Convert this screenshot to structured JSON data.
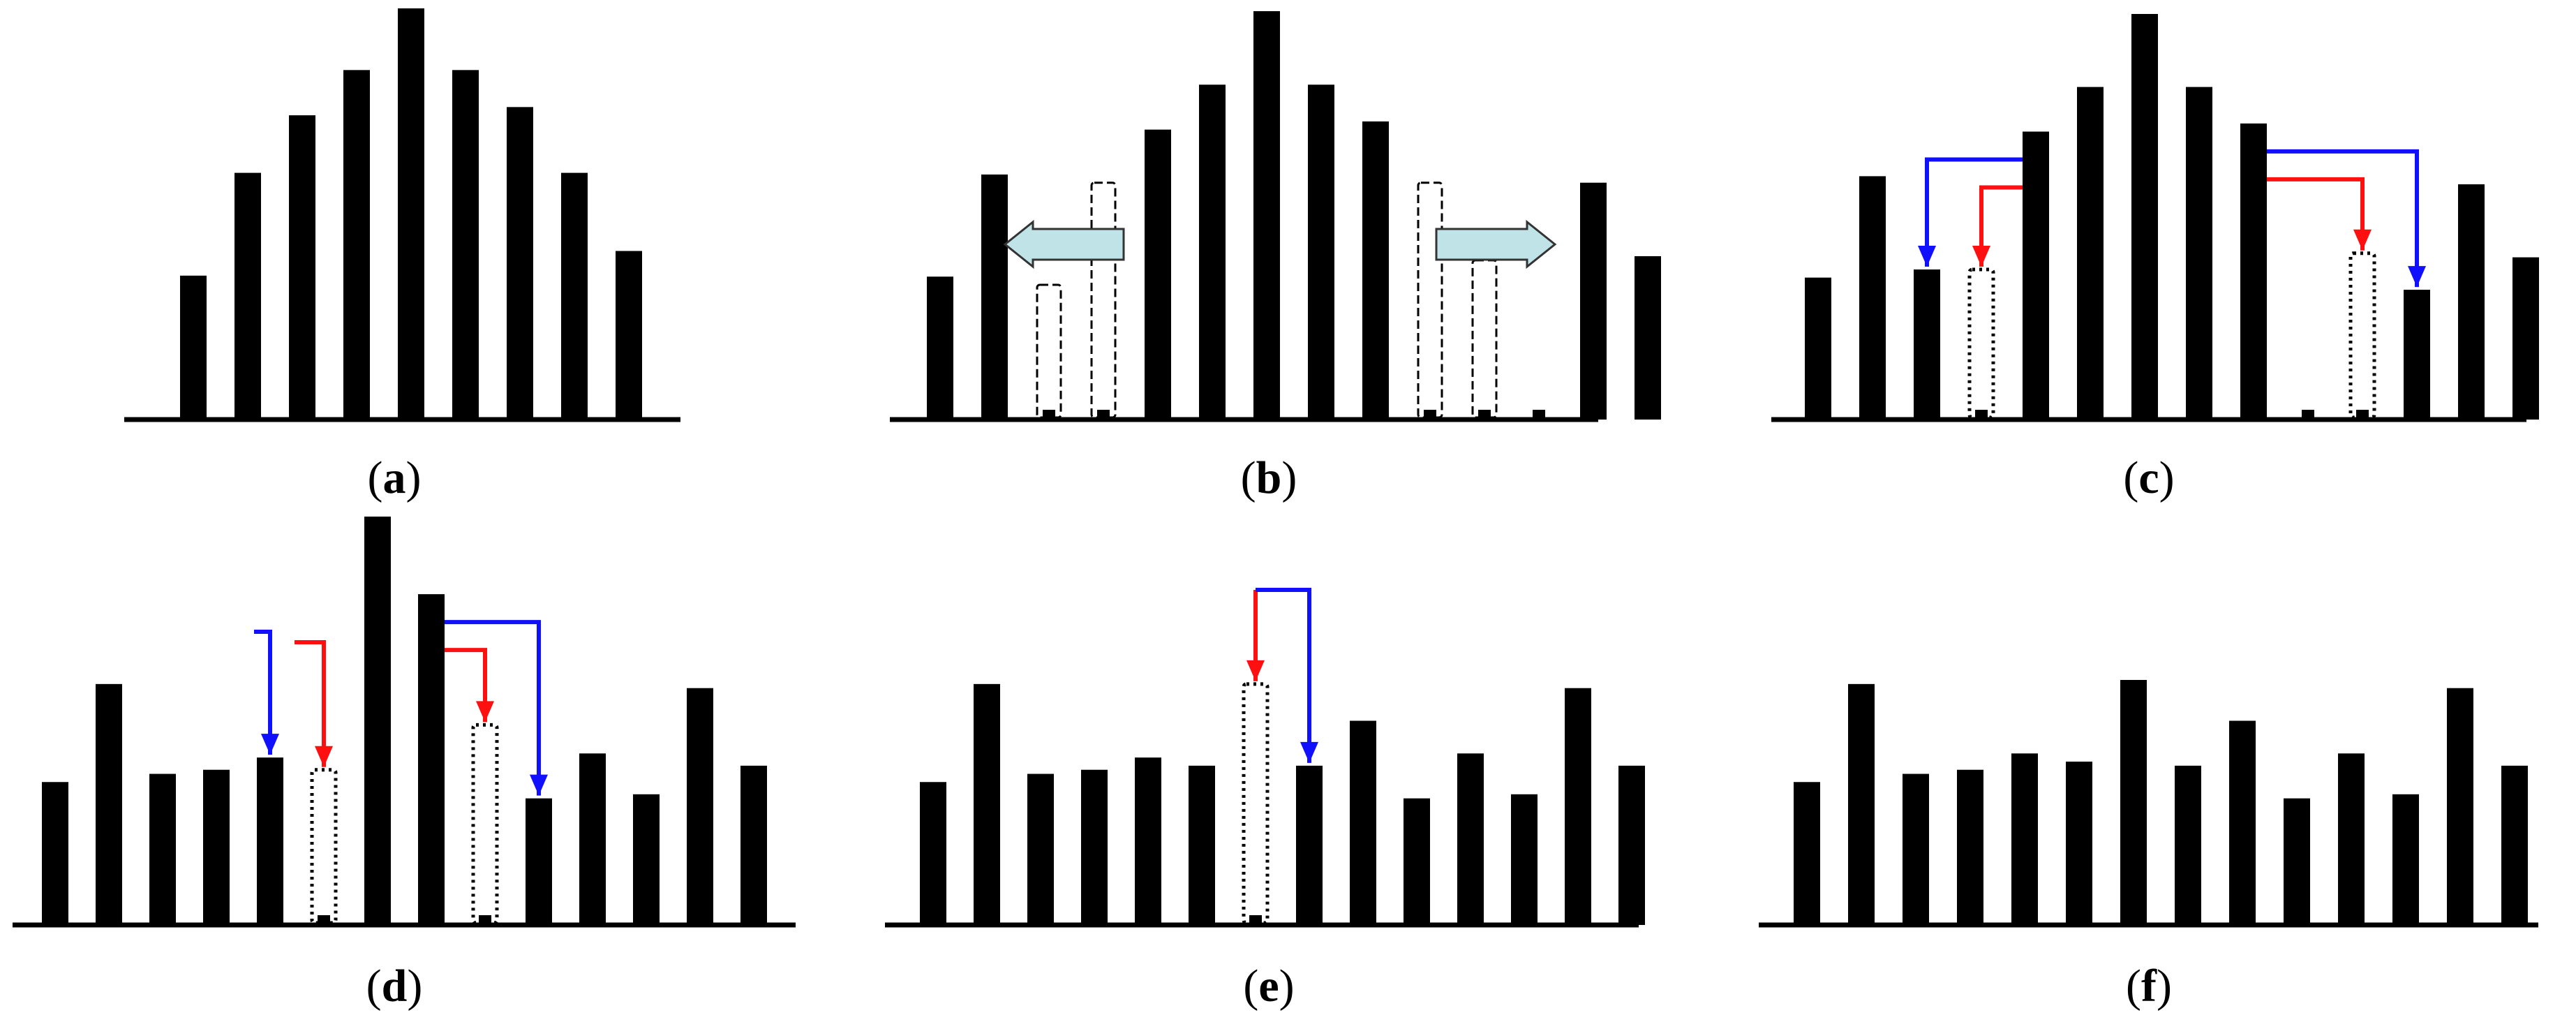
{
  "colors": {
    "bar": "#000000",
    "baseline": "#000000",
    "arrow_blue": "#1010ff",
    "arrow_red": "#ff1010",
    "shift_arrow_fill": "#bfe3e6",
    "shift_arrow_stroke": "#333333"
  },
  "panels": [
    {
      "label": "a",
      "bar_heights": [
        0.35,
        0.6,
        0.74,
        0.85,
        1.0,
        0.85,
        0.76,
        0.6,
        0.41
      ],
      "dashed_slots": [],
      "slot_heights": [],
      "stubs": [],
      "shift_arrows": [],
      "connectors": []
    },
    {
      "label": "b",
      "bar_heights": [
        0.35,
        0.6,
        0,
        0,
        0.71,
        0.82,
        1.0,
        0.82,
        0.73,
        0,
        0,
        0,
        0.58,
        0.4
      ],
      "dashed_slots": [
        2,
        3,
        9,
        10
      ],
      "slot_heights": [
        0.33,
        0.58,
        0.58,
        0.39
      ],
      "stubs": [
        2,
        3,
        9,
        10,
        11
      ],
      "shift_arrows": [
        "left",
        "right"
      ],
      "connectors": []
    },
    {
      "label": "c",
      "bar_heights": [
        0.35,
        0.6,
        0.37,
        0,
        0.71,
        0.82,
        1.0,
        0.82,
        0.73,
        0,
        0,
        0.32,
        0.58,
        0.4
      ],
      "dashed_slots": [
        3,
        10
      ],
      "slot_heights": [
        0.37,
        0.41
      ],
      "stubs": [
        3,
        9,
        10
      ],
      "shift_arrows": [],
      "connectors": [
        {
          "from": 4,
          "to": 2,
          "color": "blue"
        },
        {
          "from": 4,
          "to": 3,
          "color": "red"
        },
        {
          "from": 8,
          "to": 10,
          "color": "red"
        },
        {
          "from": 8,
          "to": 11,
          "color": "blue"
        }
      ]
    },
    {
      "label": "d",
      "bar_heights": [
        0.35,
        0.59,
        0.37,
        0.38,
        0.41,
        0,
        1.0,
        0.81,
        0,
        0.31,
        0.42,
        0.32,
        0.58,
        0.39
      ],
      "dashed_slots": [
        5,
        8
      ],
      "slot_heights": [
        0.38,
        0.49
      ],
      "stubs": [
        5,
        8
      ],
      "shift_arrows": [],
      "connectors": [
        {
          "from": 5,
          "to": 4,
          "color": "blue"
        },
        {
          "from": 5,
          "to": 5,
          "color": "red"
        },
        {
          "from": 7,
          "to": 8,
          "color": "red"
        },
        {
          "from": 7,
          "to": 9,
          "color": "blue"
        }
      ]
    },
    {
      "label": "e",
      "bar_heights": [
        0.35,
        0.59,
        0.37,
        0.38,
        0.41,
        0.39,
        0,
        0.39,
        0.5,
        0.31,
        0.42,
        0.32,
        0.58,
        0.39
      ],
      "dashed_slots": [
        6
      ],
      "slot_heights": [
        0.59
      ],
      "stubs": [
        6
      ],
      "shift_arrows": [],
      "connectors": [
        {
          "from": 6,
          "to": 6,
          "color": "red"
        },
        {
          "from": 6,
          "to": 7,
          "color": "blue"
        }
      ]
    },
    {
      "label": "f",
      "bar_heights": [
        0.35,
        0.59,
        0.37,
        0.38,
        0.42,
        0.4,
        0.6,
        0.39,
        0.5,
        0.31,
        0.42,
        0.32,
        0.58,
        0.39
      ],
      "dashed_slots": [],
      "slot_heights": [],
      "stubs": [],
      "shift_arrows": [],
      "connectors": []
    }
  ]
}
